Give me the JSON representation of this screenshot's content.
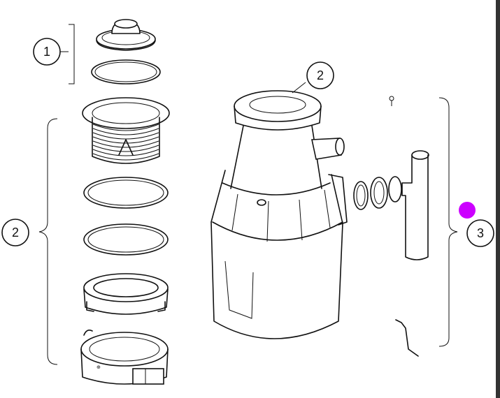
{
  "callouts": {
    "group1": "1",
    "group2_left": "2",
    "group2_top": "2",
    "group3": "3"
  },
  "colors": {
    "line": "#111111",
    "background": "#ffffff",
    "cursor_dot": "#cc00ff",
    "right_edge_bar": "#333333"
  },
  "icons": {
    "cursor": "magenta-dot"
  }
}
